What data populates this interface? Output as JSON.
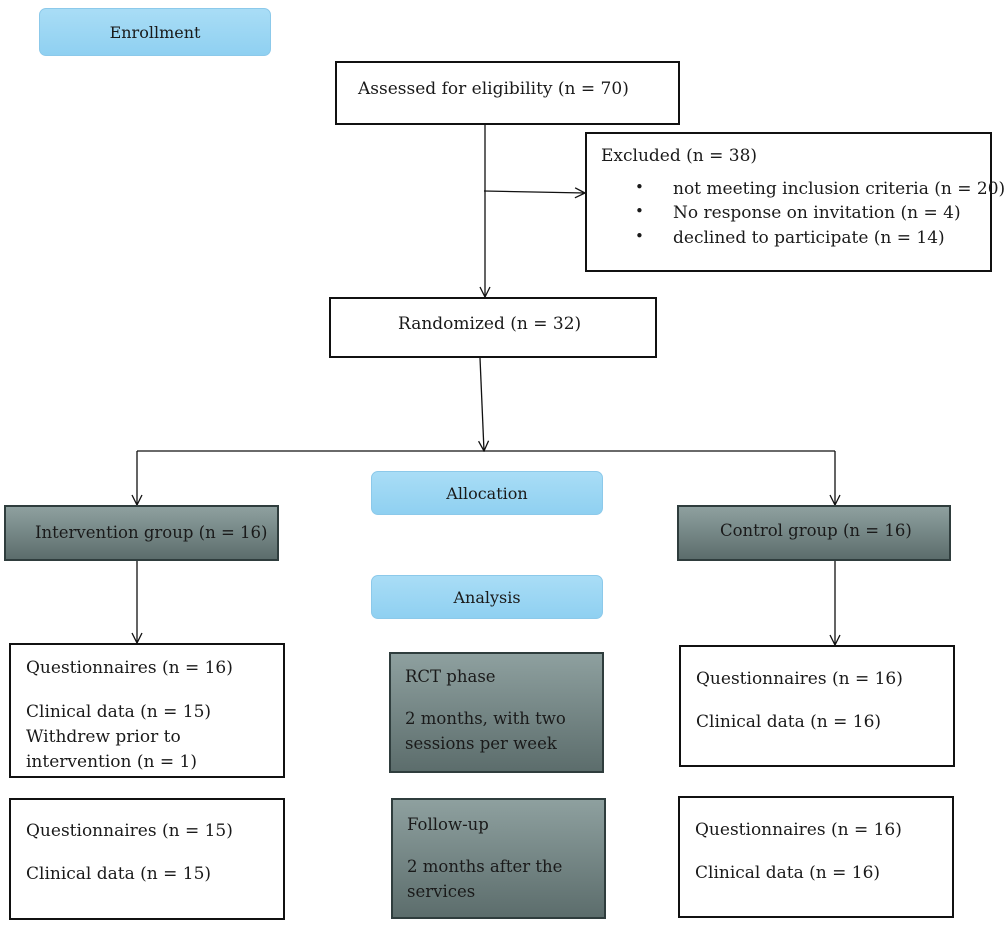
{
  "phases": {
    "enrollment": "Enrollment",
    "allocation": "Allocation",
    "analysis": "Analysis"
  },
  "assessed": "Assessed for eligibility (n = 70)",
  "excluded": {
    "title": "Excluded (n = 38)",
    "reasons": [
      "not meeting inclusion criteria (n = 20)",
      "No response on invitation (n = 4)",
      "declined to participate (n = 14)"
    ]
  },
  "randomized": "Randomized (n = 32)",
  "intervention": {
    "title": "Intervention group (n = 16)",
    "rct": {
      "questionnaires": "Questionnaires (n = 16)",
      "clinical": "Clinical data (n = 15)",
      "withdrew_1": "Withdrew prior to",
      "withdrew_2": "intervention (n = 1)"
    },
    "followup": {
      "questionnaires": "Questionnaires (n = 15)",
      "clinical": "Clinical data (n = 15)"
    }
  },
  "control": {
    "title": "Control group (n = 16)",
    "rct": {
      "questionnaires": "Questionnaires (n = 16)",
      "clinical": "Clinical data (n = 16)"
    },
    "followup": {
      "questionnaires": "Questionnaires (n = 16)",
      "clinical": "Clinical data (n = 16)"
    }
  },
  "rct_phase": {
    "title": "RCT phase",
    "line_1": "2 months, with two",
    "line_2": "sessions per week"
  },
  "followup_phase": {
    "title": "Follow-up",
    "line_1": "2 months after the",
    "line_2": "services"
  }
}
